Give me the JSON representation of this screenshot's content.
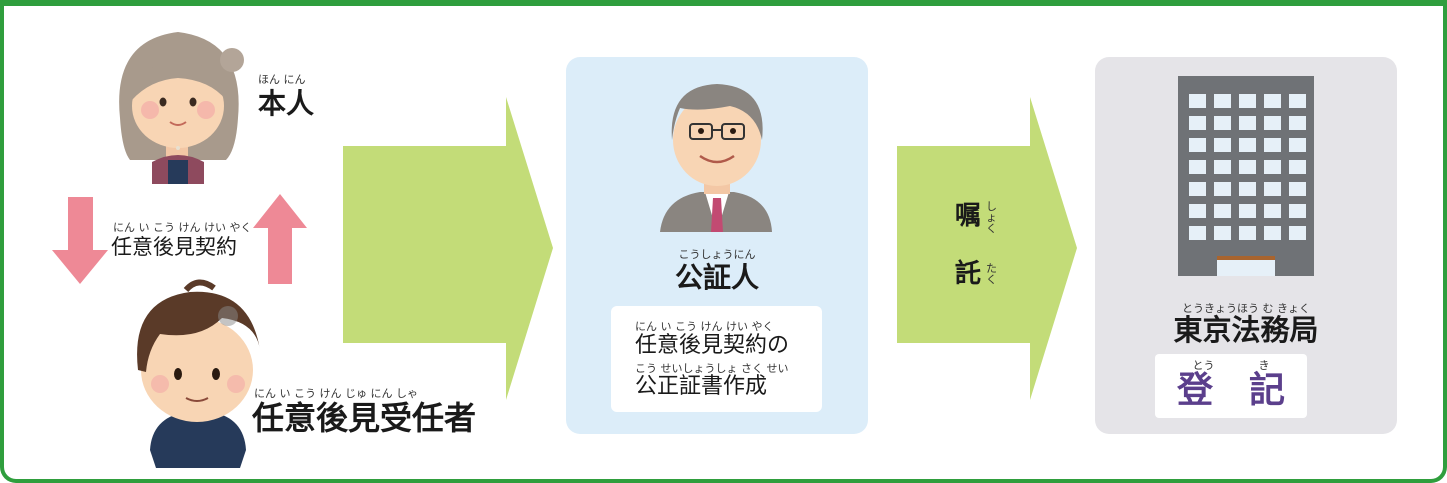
{
  "principal": {
    "furigana": "ほん にん",
    "label": "本人"
  },
  "contract": {
    "furigana": "にん い こう けん けい やく",
    "label": "任意後見契約"
  },
  "guardian": {
    "furigana": "にん い こう けん じゅ にん しゃ",
    "label": "任意後見受任者"
  },
  "notary": {
    "furigana": "こうしょうにん",
    "label": "公証人",
    "deed_line1_furigana": "にん い こう けん けい やく",
    "deed_line1": "任意後見契約の",
    "deed_line2_furigana": "こう せいしょうしょ さく せい",
    "deed_line2": "公正証書作成"
  },
  "commission": {
    "char1": "嘱",
    "char1_furigana": "しょく",
    "char2": "託",
    "char2_furigana": "たく"
  },
  "bureau": {
    "furigana": "とうきょうほう む きょく",
    "label": "東京法務局",
    "registration_furigana": "とう　　　　き",
    "registration": "登　記"
  },
  "colors": {
    "frame": "#2f9e3d",
    "arrow_green": "#c3dc78",
    "arrow_pink": "#ee8996",
    "notary_panel": "#dcedf9",
    "bureau_panel": "#e5e4e8",
    "registration_text": "#5b3f8c"
  },
  "icons": [
    "elderly-woman-icon",
    "young-man-icon",
    "notary-man-icon",
    "office-building-icon"
  ]
}
